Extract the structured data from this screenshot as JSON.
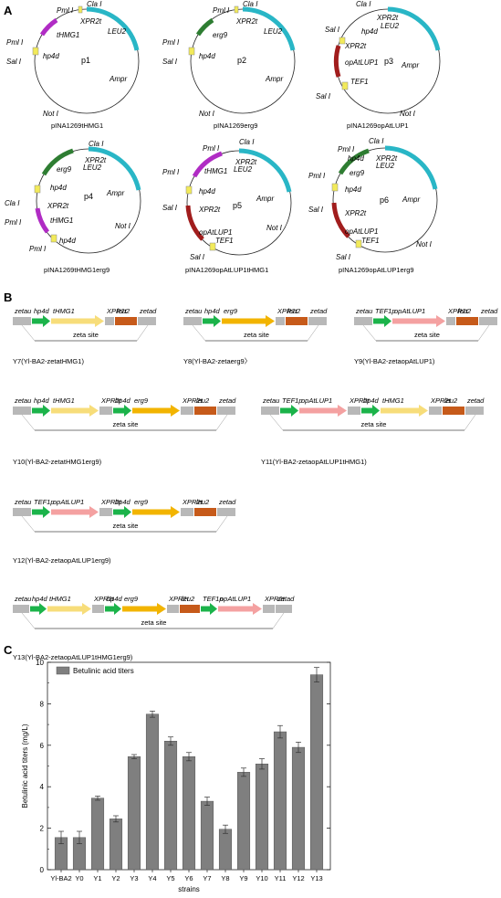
{
  "panels": {
    "A": "A",
    "B": "B",
    "C": "C"
  },
  "colors": {
    "cyan": "#29b6c6",
    "darkgreen": "#2e7d32",
    "magenta": "#b02cc4",
    "darkred": "#a11d1d",
    "yellow_marker": "#f2ea5a",
    "green_arrow": "#1bb34a",
    "yellow_arrow": "#f2b400",
    "light_yellow_arrow": "#f7dd7a",
    "pink_arrow": "#f4a1a1",
    "orange_box": "#c65a1a",
    "grey_block": "#b8b8b8",
    "bar_fill": "#7f7f7f"
  },
  "plasmids": [
    {
      "center": "p1",
      "caption": "pINA1269tHMG1",
      "labels": {
        "clai": "Cla I",
        "xpr2t": "XPR2t",
        "leu2": "LEU2",
        "pmli_top": "Pml I",
        "thmg1": "tHMG1",
        "pmli_mid": "Pml I",
        "hp4d": "hp4d",
        "sali": "Sal I",
        "ampr": "Ampr",
        "noti": "Not I"
      }
    },
    {
      "center": "p2",
      "caption": "pINA1269erg9",
      "labels": {
        "clai": "Cla I",
        "xpr2t": "XPR2t",
        "leu2": "LEU2",
        "pmli_top": "Pml I",
        "erg9": "erg9",
        "pmli_mid": "Pml I",
        "hp4d": "hp4d",
        "sali": "Sal I",
        "ampr": "Ampr",
        "noti": "Not I"
      }
    },
    {
      "center": "p3",
      "caption": "pINA1269opAtLUP1",
      "labels": {
        "clai": "Cla I",
        "xpr2t_a": "XPR2t",
        "leu2": "LEU2",
        "hp4d": "hp4d",
        "sali_top": "Sal I",
        "xpr2t_b": "XPR2t",
        "opatlup1": "opAtLUP1",
        "tef1": "TEF1",
        "sali_bot": "Sal I",
        "ampr": "Ampr",
        "noti": "Not I"
      }
    },
    {
      "center": "p4",
      "caption": "pINA1269tHMG1erg9",
      "labels": {
        "clai_top": "Cla I",
        "xpr2t": "XPR2t",
        "leu2": "LEU2",
        "erg9": "erg9",
        "hp4d_a": "hp4d",
        "clai_left": "Cla I",
        "xpr2t_b": "XPR2t",
        "pmli_left": "Pml I",
        "thmg1": "tHMG1",
        "pmli_bot": "Pml I",
        "hp4d_b": "hp4d",
        "ampr": "Ampr",
        "noti": "Not I"
      }
    },
    {
      "center": "p5",
      "caption": "pINA1269opAtLUP1tHMG1",
      "labels": {
        "pmli_top": "Pml I",
        "clai": "Cla I",
        "xpr2t": "XPR2t",
        "leu2": "LEU2",
        "pmli_left": "Pml I",
        "thmg1": "tHMG1",
        "hp4d": "hp4d",
        "sali_left": "Sal I",
        "xpr2t_b": "XPR2t",
        "opatlup1": "opAtLUP1",
        "tef1": "TEF1",
        "sali_bot": "Sal I",
        "ampr": "Ampr",
        "noti": "Not I"
      }
    },
    {
      "center": "p6",
      "caption": "pINA1269opAtLUP1erg9",
      "labels": {
        "clai": "Cla I",
        "xpr2t": "XPR2t",
        "leu2": "LEU2",
        "pmli_top": "Pml I",
        "hp4d_a": "hp4d",
        "pmli_left": "Pml I",
        "erg9": "erg9",
        "hp4d_b": "hp4d",
        "sali_left": "Sal I",
        "xpr2t_b": "XPR2t",
        "opatlup1": "opAtLUP1",
        "tef1": "TEF1",
        "sali_bot": "Sal I",
        "ampr": "Ampr",
        "noti": "Not I"
      }
    }
  ],
  "constructs": [
    {
      "id": "Y7",
      "caption": "Y7(Yl-BA2-zetatHMG1)",
      "zeta": "zeta site",
      "labels": [
        "zetau",
        "hp4d",
        "tHMG1",
        "XPR2t",
        "leu2",
        "zetad"
      ]
    },
    {
      "id": "Y8",
      "caption": "Y8(Yl-BA2-zetaerg9〉",
      "zeta": "zeta site",
      "labels": [
        "zetau",
        "hp4d",
        "erg9",
        "XPR2t",
        "leu2",
        "zetad"
      ]
    },
    {
      "id": "Y9",
      "caption": "Y9(Yl-BA2-zetaopAtLUP1)",
      "zeta": "zeta site",
      "labels": [
        "zetau",
        "TEF1p",
        "opAtLUP1",
        "XPR2t",
        "leu2",
        "zetad"
      ]
    },
    {
      "id": "Y10",
      "caption": "Y10(Yl-BA2-zetatHMG1erg9)",
      "zeta": "zeta site",
      "labels": [
        "zetau",
        "hp4d",
        "tHMG1",
        "XPR2t",
        "hp4d",
        "erg9",
        "XPR2t",
        "leu2",
        "zetad"
      ]
    },
    {
      "id": "Y11",
      "caption": "Y11(Yl-BA2-zetaopAtLUP1tHMG1)",
      "zeta": "zeta site",
      "labels": [
        "zetau",
        "TEF1p",
        "opAtLUP1",
        "XPR2t",
        "hp4d",
        "tHMG1",
        "XPR2t",
        "leu2",
        "zetad"
      ]
    },
    {
      "id": "Y12",
      "caption": "Y12(Yl-BA2-zetaopAtLUP1erg9)",
      "zeta": "zeta site",
      "labels": [
        "zetau",
        "TEF1p",
        "opAtLUP1",
        "XPR2t",
        "hp4d",
        "erg9",
        "XPR2t",
        "leu2",
        "zetad"
      ]
    },
    {
      "id": "Y13",
      "caption": "Y13(Yl-BA2-zetaopAtLUP1tHMG1erg9)",
      "zeta": "zeta site",
      "labels": [
        "zetau",
        "hp4d",
        "tHMG1",
        "XPR2t",
        "hp4d",
        "erg9",
        "XPR2t",
        "leu2",
        "TEF1p",
        "opAtLUP1",
        "XPR2t",
        "zetad"
      ]
    }
  ],
  "chart_data": {
    "type": "bar",
    "categories": [
      "Yl-BA2",
      "Y0",
      "Y1",
      "Y2",
      "Y3",
      "Y4",
      "Y5",
      "Y6",
      "Y7",
      "Y8",
      "Y9",
      "Y10",
      "Y11",
      "Y12",
      "Y13"
    ],
    "series": [
      {
        "name": "Betulinic acid titers",
        "values": [
          1.55,
          1.55,
          3.45,
          2.45,
          5.45,
          7.5,
          6.2,
          5.45,
          3.3,
          1.95,
          4.7,
          5.1,
          6.65,
          5.9,
          9.4
        ],
        "errors": [
          0.3,
          0.3,
          0.1,
          0.15,
          0.1,
          0.15,
          0.2,
          0.2,
          0.2,
          0.2,
          0.2,
          0.25,
          0.3,
          0.25,
          0.35
        ]
      }
    ],
    "ylabel": "Betulinic acid titers (mg/L)",
    "xlabel": "strains",
    "ylim": [
      0,
      10
    ],
    "yticks": [
      0,
      2,
      4,
      6,
      8,
      10
    ],
    "legend": "top-left"
  }
}
